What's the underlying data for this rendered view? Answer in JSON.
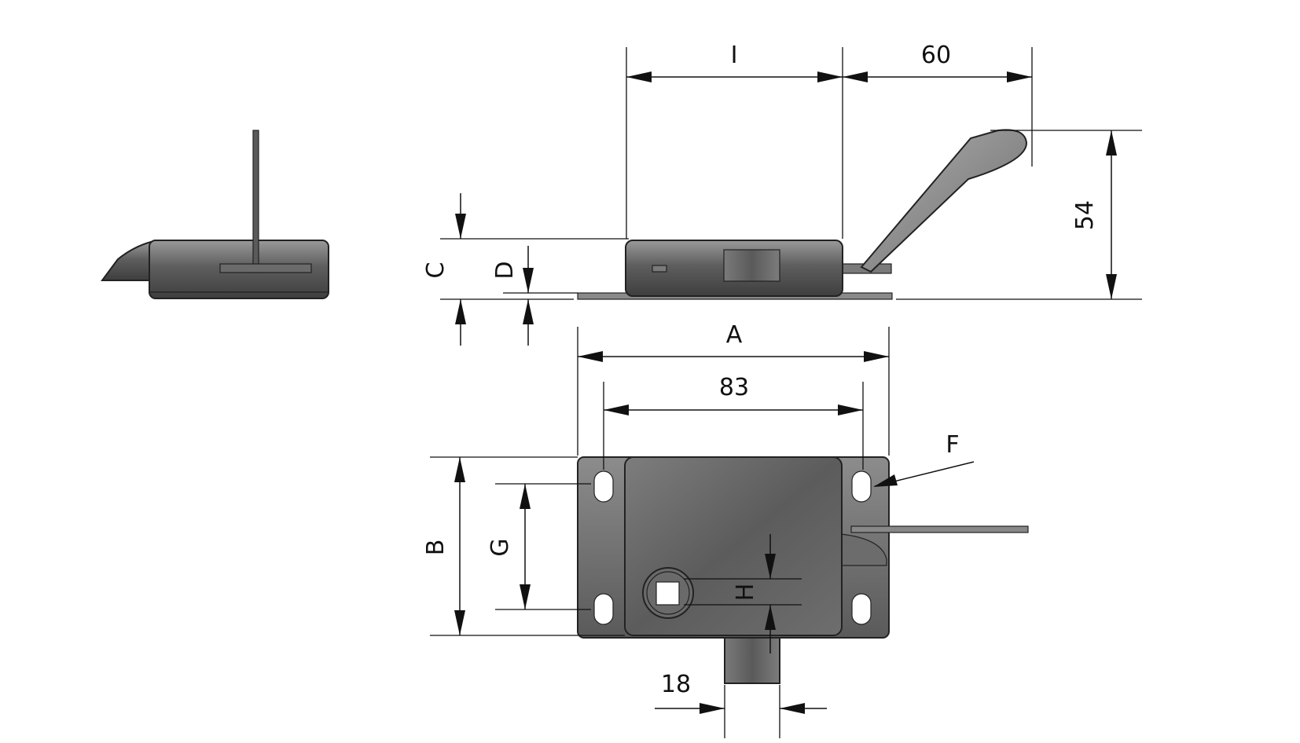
{
  "labels": {
    "I": "I",
    "sixty": "60",
    "fiftyfour": "54",
    "C": "C",
    "D": "D",
    "A": "A",
    "eightythree": "83",
    "F": "F",
    "B": "B",
    "G": "G",
    "H": "H",
    "eighteen": "18"
  }
}
